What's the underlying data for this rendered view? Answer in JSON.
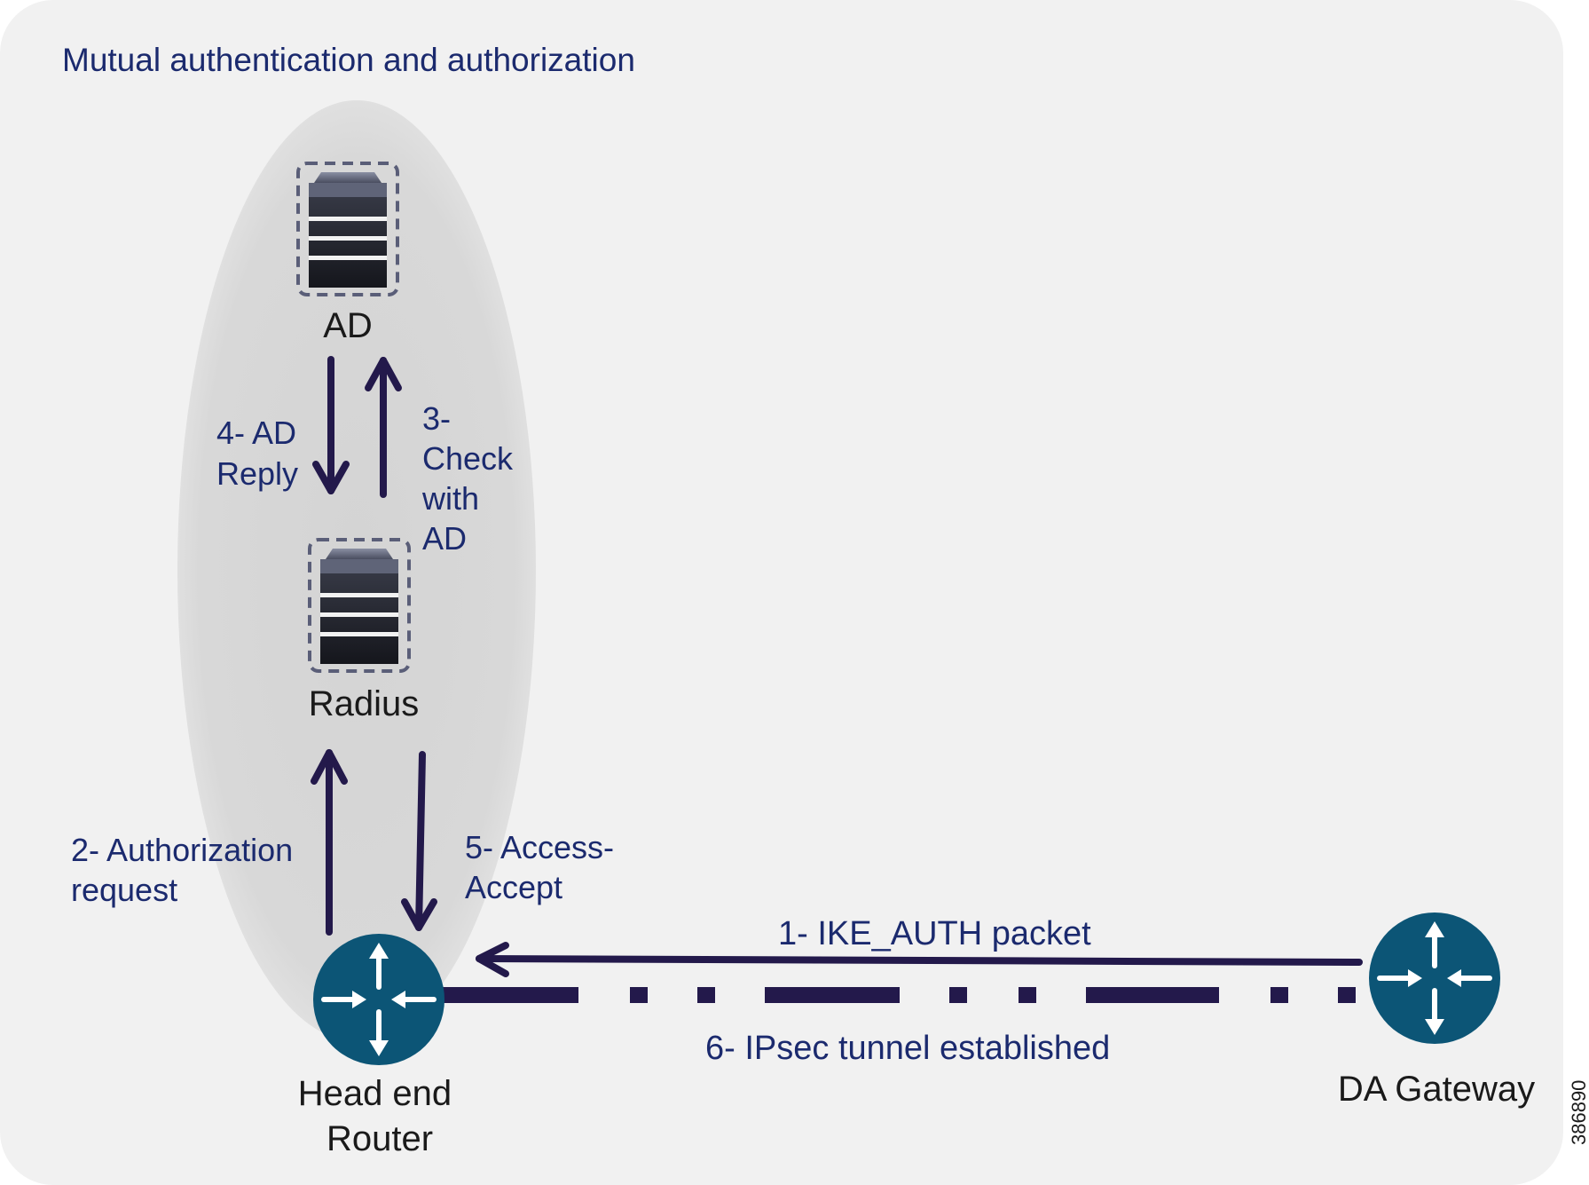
{
  "diagram": {
    "title": "Mutual authentication and authorization",
    "figure_id": "386890",
    "colors": {
      "panel": "#f1f1f1",
      "ellipse": "#d6d6d6",
      "arrow": "#23194b",
      "label_blue": "#1b2a6e",
      "label_dark": "#1a1a1a",
      "router": "#0c5576"
    },
    "nodes": {
      "ad": {
        "label": "AD",
        "icon": "server-icon"
      },
      "radius": {
        "label": "Radius",
        "icon": "server-icon"
      },
      "head_end": {
        "label_line1": "Head end",
        "label_line2": "Router",
        "icon": "router-icon"
      },
      "da_gateway": {
        "label": "DA Gateway",
        "icon": "router-icon"
      }
    },
    "steps": {
      "s1": "1- IKE_AUTH packet",
      "s2_line1": "2- Authorization",
      "s2_line2": "request",
      "s3_line1": "3-",
      "s3_line2": "Check",
      "s3_line3": "with",
      "s3_line4": "AD",
      "s4_line1": "4- AD",
      "s4_line2": "Reply",
      "s5_line1": "5- Access-",
      "s5_line2": "Accept",
      "s6": "6- IPsec tunnel established"
    }
  }
}
